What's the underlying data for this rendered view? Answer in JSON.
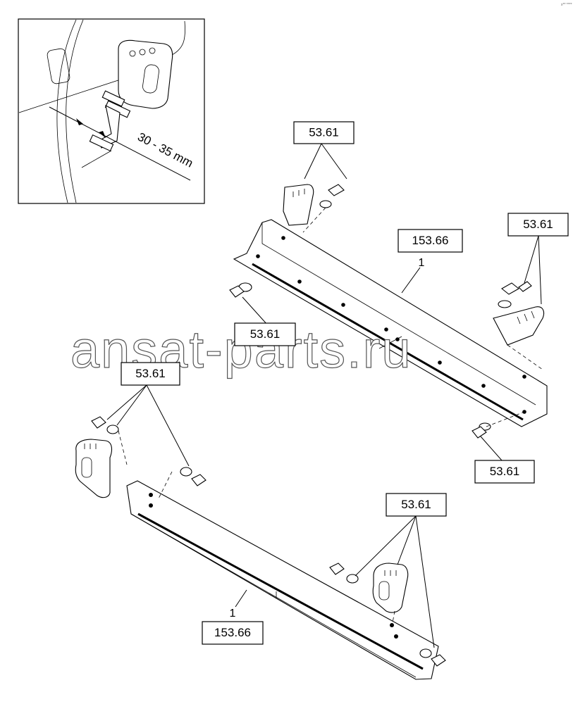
{
  "detail": {
    "dimension_label": "30 - 35 mm"
  },
  "callouts": {
    "c_53_61_top": "53.61",
    "c_153_66_upper": "153.66",
    "c_53_61_right": "53.61",
    "c_53_61_mid": "53.61",
    "c_53_61_lower_right": "53.61",
    "c_53_61_left": "53.61",
    "c_53_61_bottom": "53.61",
    "c_153_66_lower": "153.66"
  },
  "item_numbers": {
    "upper_bar": "1",
    "lower_bar": "1"
  },
  "watermark": "ansat-parts.ru",
  "corner_mark": "x** ****"
}
